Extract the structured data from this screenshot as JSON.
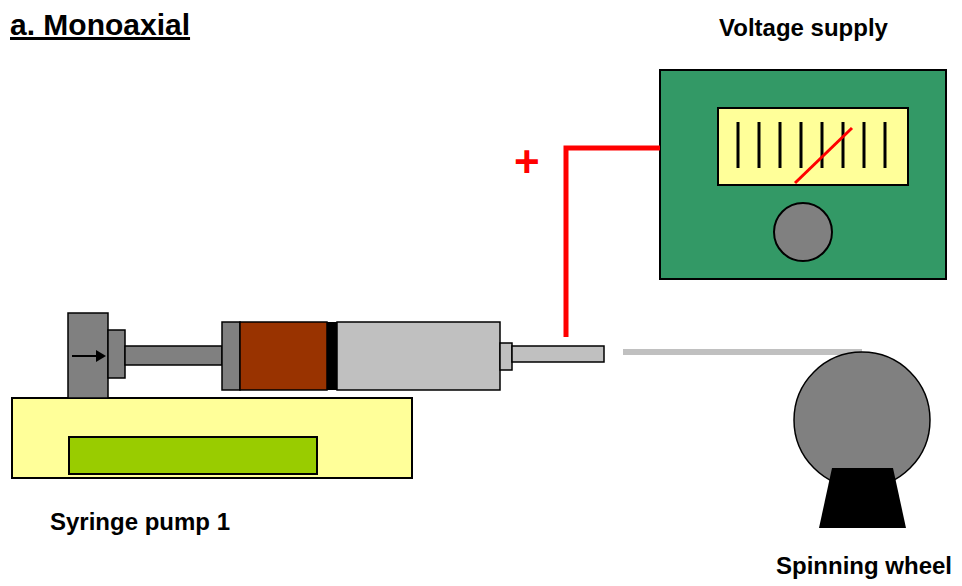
{
  "diagram": {
    "title": "a. Monoaxial",
    "nodes": [
      {
        "text": [
          "Voltage supply"
        ]
      },
      {
        "text": [
          "Syringe pump 1"
        ]
      },
      {
        "text": [
          "Spinning wheel"
        ]
      }
    ],
    "labels": [
      "+"
    ]
  }
}
